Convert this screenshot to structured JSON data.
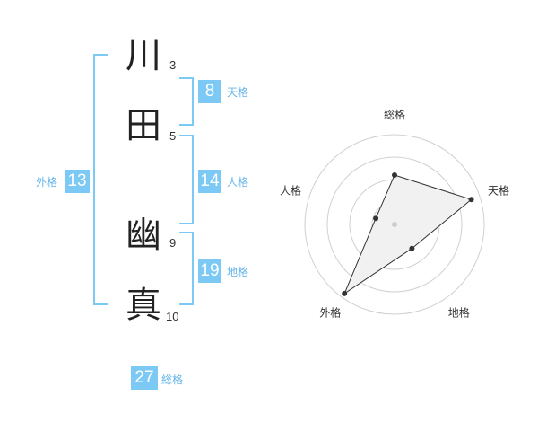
{
  "name": {
    "chars": [
      {
        "char": "川",
        "strokes": "3"
      },
      {
        "char": "田",
        "strokes": "5"
      },
      {
        "char": "幽",
        "strokes": "9"
      },
      {
        "char": "真",
        "strokes": "10"
      }
    ]
  },
  "kakusu": {
    "tenkaku": {
      "value": "8",
      "label": "天格"
    },
    "jinkaku": {
      "value": "14",
      "label": "人格"
    },
    "chikaku": {
      "value": "19",
      "label": "地格"
    },
    "gaikaku": {
      "value": "13",
      "label": "外格"
    },
    "soukaku": {
      "value": "27",
      "label": "総格"
    }
  },
  "colors": {
    "accent": "#7dc9f5",
    "accent_text": "#64b5ea"
  },
  "chart_data": {
    "type": "radar",
    "axes": [
      "総格",
      "天格",
      "地格",
      "外格",
      "人格"
    ],
    "rings": 4,
    "values": [
      0.55,
      0.9,
      0.33,
      0.95,
      0.22
    ]
  }
}
